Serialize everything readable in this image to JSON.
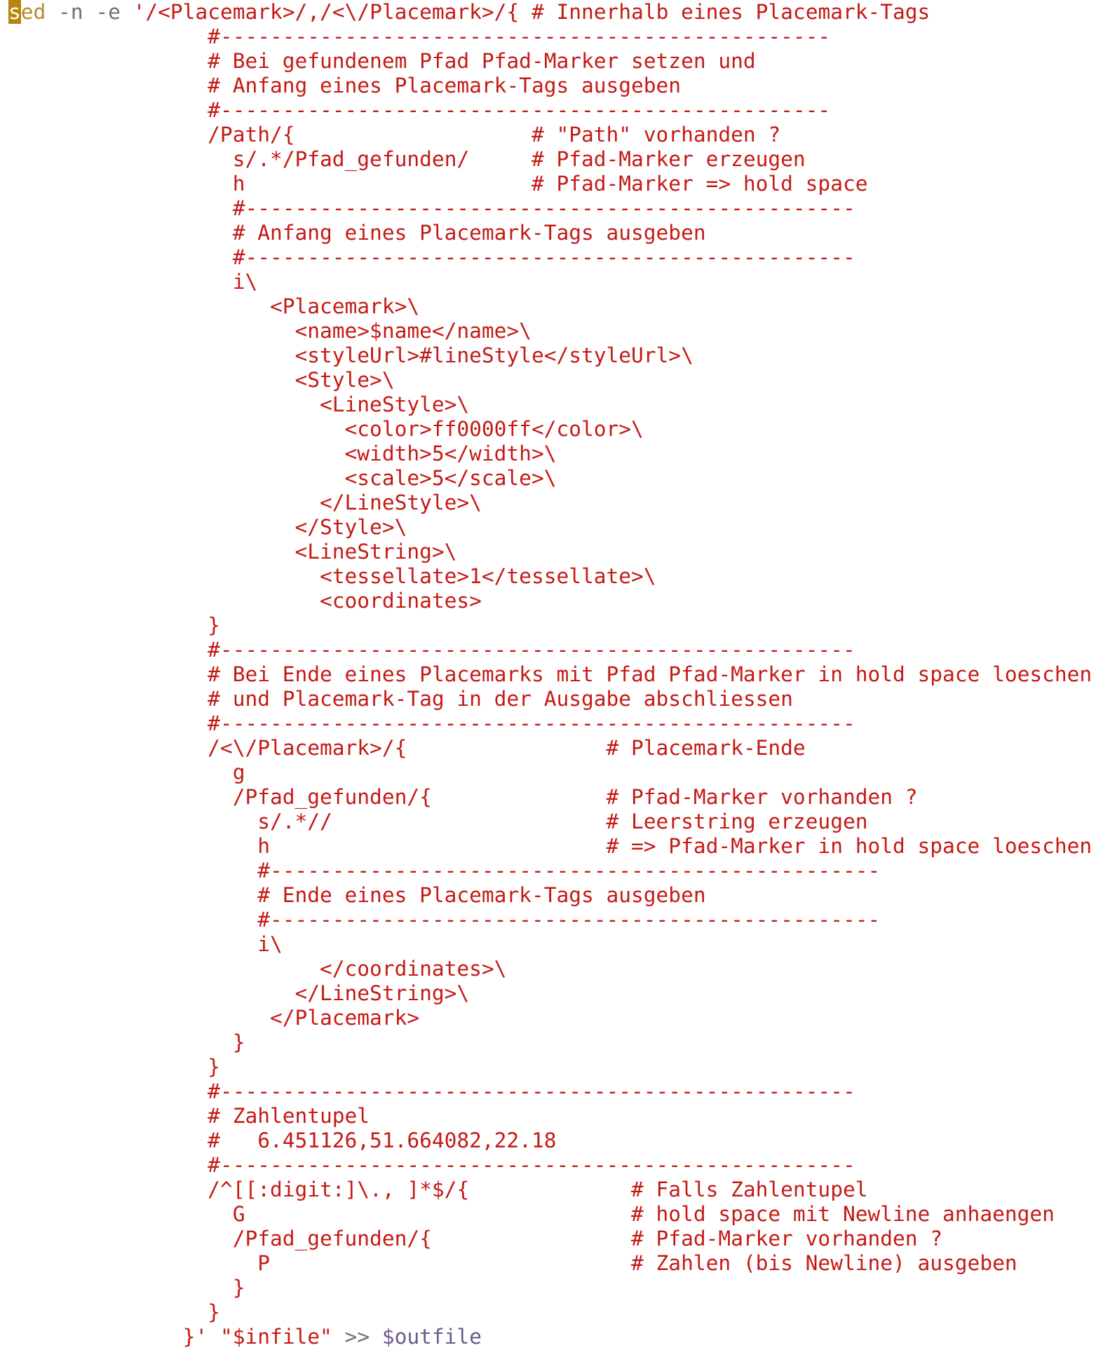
{
  "editor": {
    "colors": {
      "string": "#c41a16",
      "command": "#b5892c",
      "option": "#6a6f7a",
      "variable": "#6b5a8e",
      "cursor": "#b8860b"
    },
    "lines": [
      [
        {
          "t": "s",
          "c": "cursor"
        },
        {
          "t": "ed",
          "c": "gold"
        },
        {
          "t": " -n -e ",
          "c": "gray"
        },
        {
          "t": "'/<Placemark>/,/<\\/Placemark>/{ # Innerhalb eines Placemark-Tags",
          "c": "red"
        }
      ],
      [
        {
          "t": "                #-------------------------------------------------",
          "c": "red"
        }
      ],
      [
        {
          "t": "                # Bei gefundenem Pfad Pfad-Marker setzen und",
          "c": "red"
        }
      ],
      [
        {
          "t": "                # Anfang eines Placemark-Tags ausgeben",
          "c": "red"
        }
      ],
      [
        {
          "t": "                #-------------------------------------------------",
          "c": "red"
        }
      ],
      [
        {
          "t": "                /Path/{                   # \"Path\" vorhanden ?",
          "c": "red"
        }
      ],
      [
        {
          "t": "                  s/.*/Pfad_gefunden/     # Pfad-Marker erzeugen",
          "c": "red"
        }
      ],
      [
        {
          "t": "                  h                       # Pfad-Marker => hold space",
          "c": "red"
        }
      ],
      [
        {
          "t": "                  #-------------------------------------------------",
          "c": "red"
        }
      ],
      [
        {
          "t": "                  # Anfang eines Placemark-Tags ausgeben",
          "c": "red"
        }
      ],
      [
        {
          "t": "                  #-------------------------------------------------",
          "c": "red"
        }
      ],
      [
        {
          "t": "                  i\\",
          "c": "red"
        }
      ],
      [
        {
          "t": "                     <Placemark>\\",
          "c": "red"
        }
      ],
      [
        {
          "t": "                       <name>$name</name>\\",
          "c": "red"
        }
      ],
      [
        {
          "t": "                       <styleUrl>#lineStyle</styleUrl>\\",
          "c": "red"
        }
      ],
      [
        {
          "t": "                       <Style>\\",
          "c": "red"
        }
      ],
      [
        {
          "t": "                         <LineStyle>\\",
          "c": "red"
        }
      ],
      [
        {
          "t": "                           <color>ff0000ff</color>\\",
          "c": "red"
        }
      ],
      [
        {
          "t": "                           <width>5</width>\\",
          "c": "red"
        }
      ],
      [
        {
          "t": "                           <scale>5</scale>\\",
          "c": "red"
        }
      ],
      [
        {
          "t": "                         </LineStyle>\\",
          "c": "red"
        }
      ],
      [
        {
          "t": "                       </Style>\\",
          "c": "red"
        }
      ],
      [
        {
          "t": "                       <LineString>\\",
          "c": "red"
        }
      ],
      [
        {
          "t": "                         <tessellate>1</tessellate>\\",
          "c": "red"
        }
      ],
      [
        {
          "t": "                         <coordinates>",
          "c": "red"
        }
      ],
      [
        {
          "t": "                }",
          "c": "red"
        }
      ],
      [
        {
          "t": "                #---------------------------------------------------",
          "c": "red"
        }
      ],
      [
        {
          "t": "                # Bei Ende eines Placemarks mit Pfad Pfad-Marker in hold space loeschen",
          "c": "red"
        }
      ],
      [
        {
          "t": "                # und Placemark-Tag in der Ausgabe abschliessen",
          "c": "red"
        }
      ],
      [
        {
          "t": "                #---------------------------------------------------",
          "c": "red"
        }
      ],
      [
        {
          "t": "                /<\\/Placemark>/{                # Placemark-Ende",
          "c": "red"
        }
      ],
      [
        {
          "t": "                  g",
          "c": "red"
        }
      ],
      [
        {
          "t": "                  /Pfad_gefunden/{              # Pfad-Marker vorhanden ?",
          "c": "red"
        }
      ],
      [
        {
          "t": "                    s/.*//                      # Leerstring erzeugen",
          "c": "red"
        }
      ],
      [
        {
          "t": "                    h                           # => Pfad-Marker in hold space loeschen",
          "c": "red"
        }
      ],
      [
        {
          "t": "                    #-------------------------------------------------",
          "c": "red"
        }
      ],
      [
        {
          "t": "                    # Ende eines Placemark-Tags ausgeben",
          "c": "red"
        }
      ],
      [
        {
          "t": "                    #-------------------------------------------------",
          "c": "red"
        }
      ],
      [
        {
          "t": "                    i\\",
          "c": "red"
        }
      ],
      [
        {
          "t": "                         </coordinates>\\",
          "c": "red"
        }
      ],
      [
        {
          "t": "                       </LineString>\\",
          "c": "red"
        }
      ],
      [
        {
          "t": "                     </Placemark>",
          "c": "red"
        }
      ],
      [
        {
          "t": "                  }",
          "c": "red"
        }
      ],
      [
        {
          "t": "                }",
          "c": "red"
        }
      ],
      [
        {
          "t": "                #---------------------------------------------------",
          "c": "red"
        }
      ],
      [
        {
          "t": "                # Zahlentupel",
          "c": "red"
        }
      ],
      [
        {
          "t": "                #   6.451126,51.664082,22.18",
          "c": "red"
        }
      ],
      [
        {
          "t": "                #---------------------------------------------------",
          "c": "red"
        }
      ],
      [
        {
          "t": "                /^[[:digit:]\\., ]*$/{             # Falls Zahlentupel",
          "c": "red"
        }
      ],
      [
        {
          "t": "                  G                               # hold space mit Newline anhaengen",
          "c": "red"
        }
      ],
      [
        {
          "t": "                  /Pfad_gefunden/{                # Pfad-Marker vorhanden ?",
          "c": "red"
        }
      ],
      [
        {
          "t": "                    P                             # Zahlen (bis Newline) ausgeben",
          "c": "red"
        }
      ],
      [
        {
          "t": "                  }",
          "c": "red"
        }
      ],
      [
        {
          "t": "                }",
          "c": "red"
        }
      ],
      [
        {
          "t": "              }' ",
          "c": "red"
        },
        {
          "t": "\"$infile\"",
          "c": "red"
        },
        {
          "t": " >> ",
          "c": "gray"
        },
        {
          "t": "$outfile",
          "c": "purple"
        }
      ]
    ]
  }
}
